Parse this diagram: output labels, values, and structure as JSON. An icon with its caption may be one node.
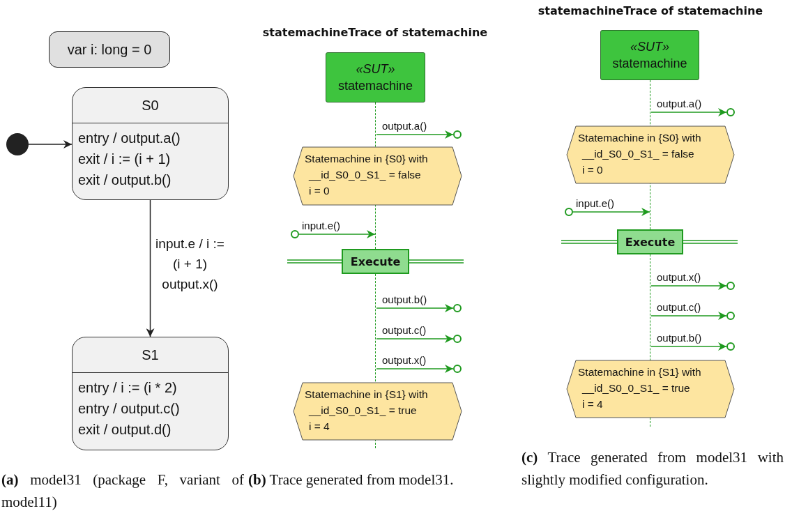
{
  "diagram": {
    "nodes": [
      {
        "text": [
          "var i: long = 0"
        ]
      },
      {
        "text": [],
        "shape": "circle"
      },
      {
        "text": [
          "S0",
          "entry / output.a()",
          "exit / i := (i + 1)",
          "exit / output.b()"
        ]
      },
      {
        "text": [
          "S1",
          "entry / i := (i * 2)",
          "entry / output.c()",
          "exit / output.d()"
        ]
      },
      {
        "text": [
          "«SUT»",
          "statemachine"
        ]
      },
      {
        "text": [],
        "shape": "circle"
      },
      {
        "text": [
          "Statemachine in {S0} with",
          "__id_S0_0_S1_ = false",
          "i = 0"
        ]
      },
      {
        "text": [],
        "shape": "circle"
      },
      {
        "text": [
          "Execute"
        ]
      },
      {
        "text": [],
        "shape": "circle"
      },
      {
        "text": [],
        "shape": "circle"
      },
      {
        "text": [],
        "shape": "circle"
      },
      {
        "text": [
          "Statemachine in {S1} with",
          "__id_S0_0_S1_ = true",
          "i = 4"
        ]
      },
      {
        "text": [
          "«SUT»",
          "statemachine"
        ]
      },
      {
        "text": [],
        "shape": "circle"
      },
      {
        "text": [
          "Statemachine in {S0} with",
          "__id_S0_0_S1_ = false",
          "i = 0"
        ]
      },
      {
        "text": [],
        "shape": "circle"
      },
      {
        "text": [
          "Execute"
        ]
      },
      {
        "text": [],
        "shape": "circle"
      },
      {
        "text": [],
        "shape": "circle"
      },
      {
        "text": [],
        "shape": "circle"
      },
      {
        "text": [
          "Statemachine in {S1} with",
          "__id_S0_0_S1_ = true",
          "i = 4"
        ]
      },
      {
        "text": [],
        "shape": "line"
      },
      {
        "text": [],
        "shape": "line"
      },
      {
        "text": [],
        "shape": "line"
      },
      {
        "text": [],
        "shape": "line"
      }
    ],
    "edges": [
      {
        "from": 1,
        "to": 2,
        "arrow": "to",
        "color": "#222222"
      },
      {
        "from": 2,
        "to": 3,
        "arrow": "to",
        "label": "input.e / i := (i + 1) output.x()",
        "color": "#222222"
      },
      {
        "from": 22,
        "to": 5,
        "arrow": "to",
        "label": "output.a()"
      },
      {
        "from": 7,
        "to": 22,
        "arrow": "to",
        "label": "input.e()"
      },
      {
        "from": 24,
        "to": 9,
        "arrow": "to",
        "label": "output.b()"
      },
      {
        "from": 24,
        "to": 10,
        "arrow": "to",
        "label": "output.c()"
      },
      {
        "from": 24,
        "to": 11,
        "arrow": "to",
        "label": "output.x()"
      },
      {
        "from": 23,
        "to": 14,
        "arrow": "to",
        "label": "output.a()"
      },
      {
        "from": 16,
        "to": 23,
        "arrow": "to",
        "label": "input.e()"
      },
      {
        "from": 25,
        "to": 18,
        "arrow": "to",
        "label": "output.x()"
      },
      {
        "from": 25,
        "to": 19,
        "arrow": "to",
        "label": "output.c()"
      },
      {
        "from": 25,
        "to": 20,
        "arrow": "to",
        "label": "output.b()"
      }
    ],
    "labels": [
      "statemachineTrace of statemachine",
      "statemachineTrace of statemachine",
      "**(a)** model31 (package F, variant of model11)",
      "**(b)** Trace generated from model31.",
      "**(c)** Trace generated from model31 with slightly modified configuration."
    ]
  }
}
